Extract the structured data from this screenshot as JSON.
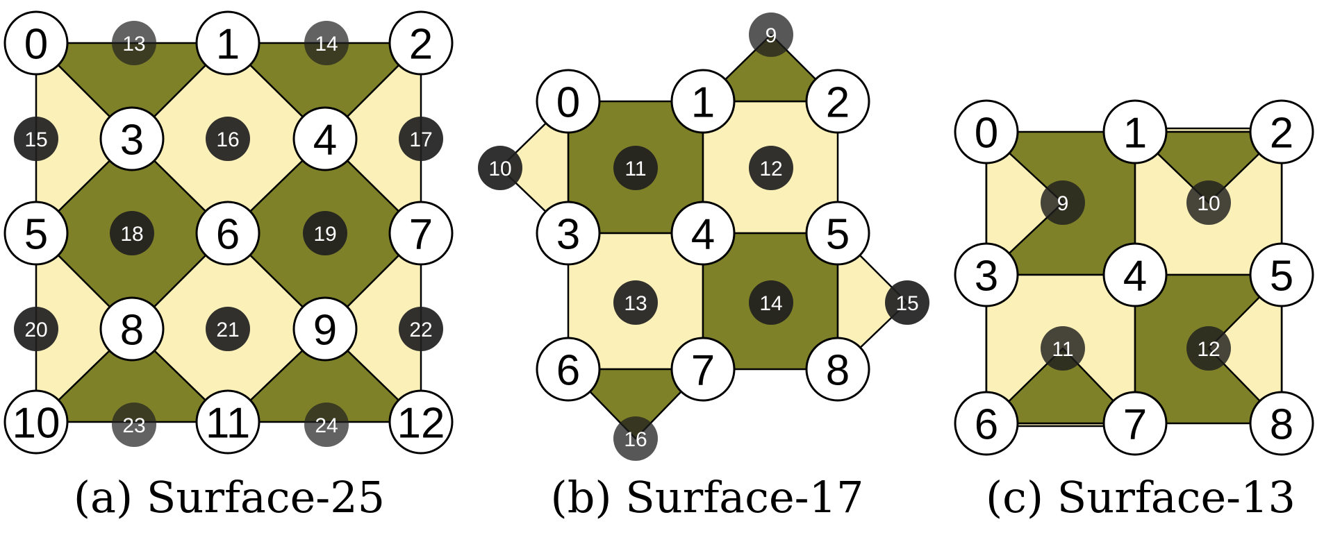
{
  "colors": {
    "dark_face": "#7f8129",
    "light_face": "#fbf0b7",
    "edge": "#000000",
    "data_qubit_fill": "#ffffff",
    "ancilla_dark": "#1f1f1f",
    "ancilla_light_text": "#ffffff"
  },
  "panels": [
    {
      "id": "a",
      "caption": "(a) Surface-25",
      "data_qubits": [
        "0",
        "1",
        "2",
        "3",
        "4",
        "5",
        "6",
        "7",
        "8",
        "9",
        "10",
        "11",
        "12"
      ],
      "ancilla_qubits": [
        "13",
        "14",
        "15",
        "16",
        "17",
        "18",
        "19",
        "20",
        "21",
        "22",
        "23",
        "24"
      ]
    },
    {
      "id": "b",
      "caption": "(b) Surface-17",
      "data_qubits": [
        "0",
        "1",
        "2",
        "3",
        "4",
        "5",
        "6",
        "7",
        "8"
      ],
      "ancilla_qubits": [
        "9",
        "10",
        "11",
        "12",
        "13",
        "14",
        "15",
        "16"
      ]
    },
    {
      "id": "c",
      "caption": "(c) Surface-13",
      "data_qubits": [
        "0",
        "1",
        "2",
        "3",
        "4",
        "5",
        "6",
        "7",
        "8"
      ],
      "ancilla_qubits": [
        "9",
        "10",
        "11",
        "12"
      ]
    }
  ]
}
